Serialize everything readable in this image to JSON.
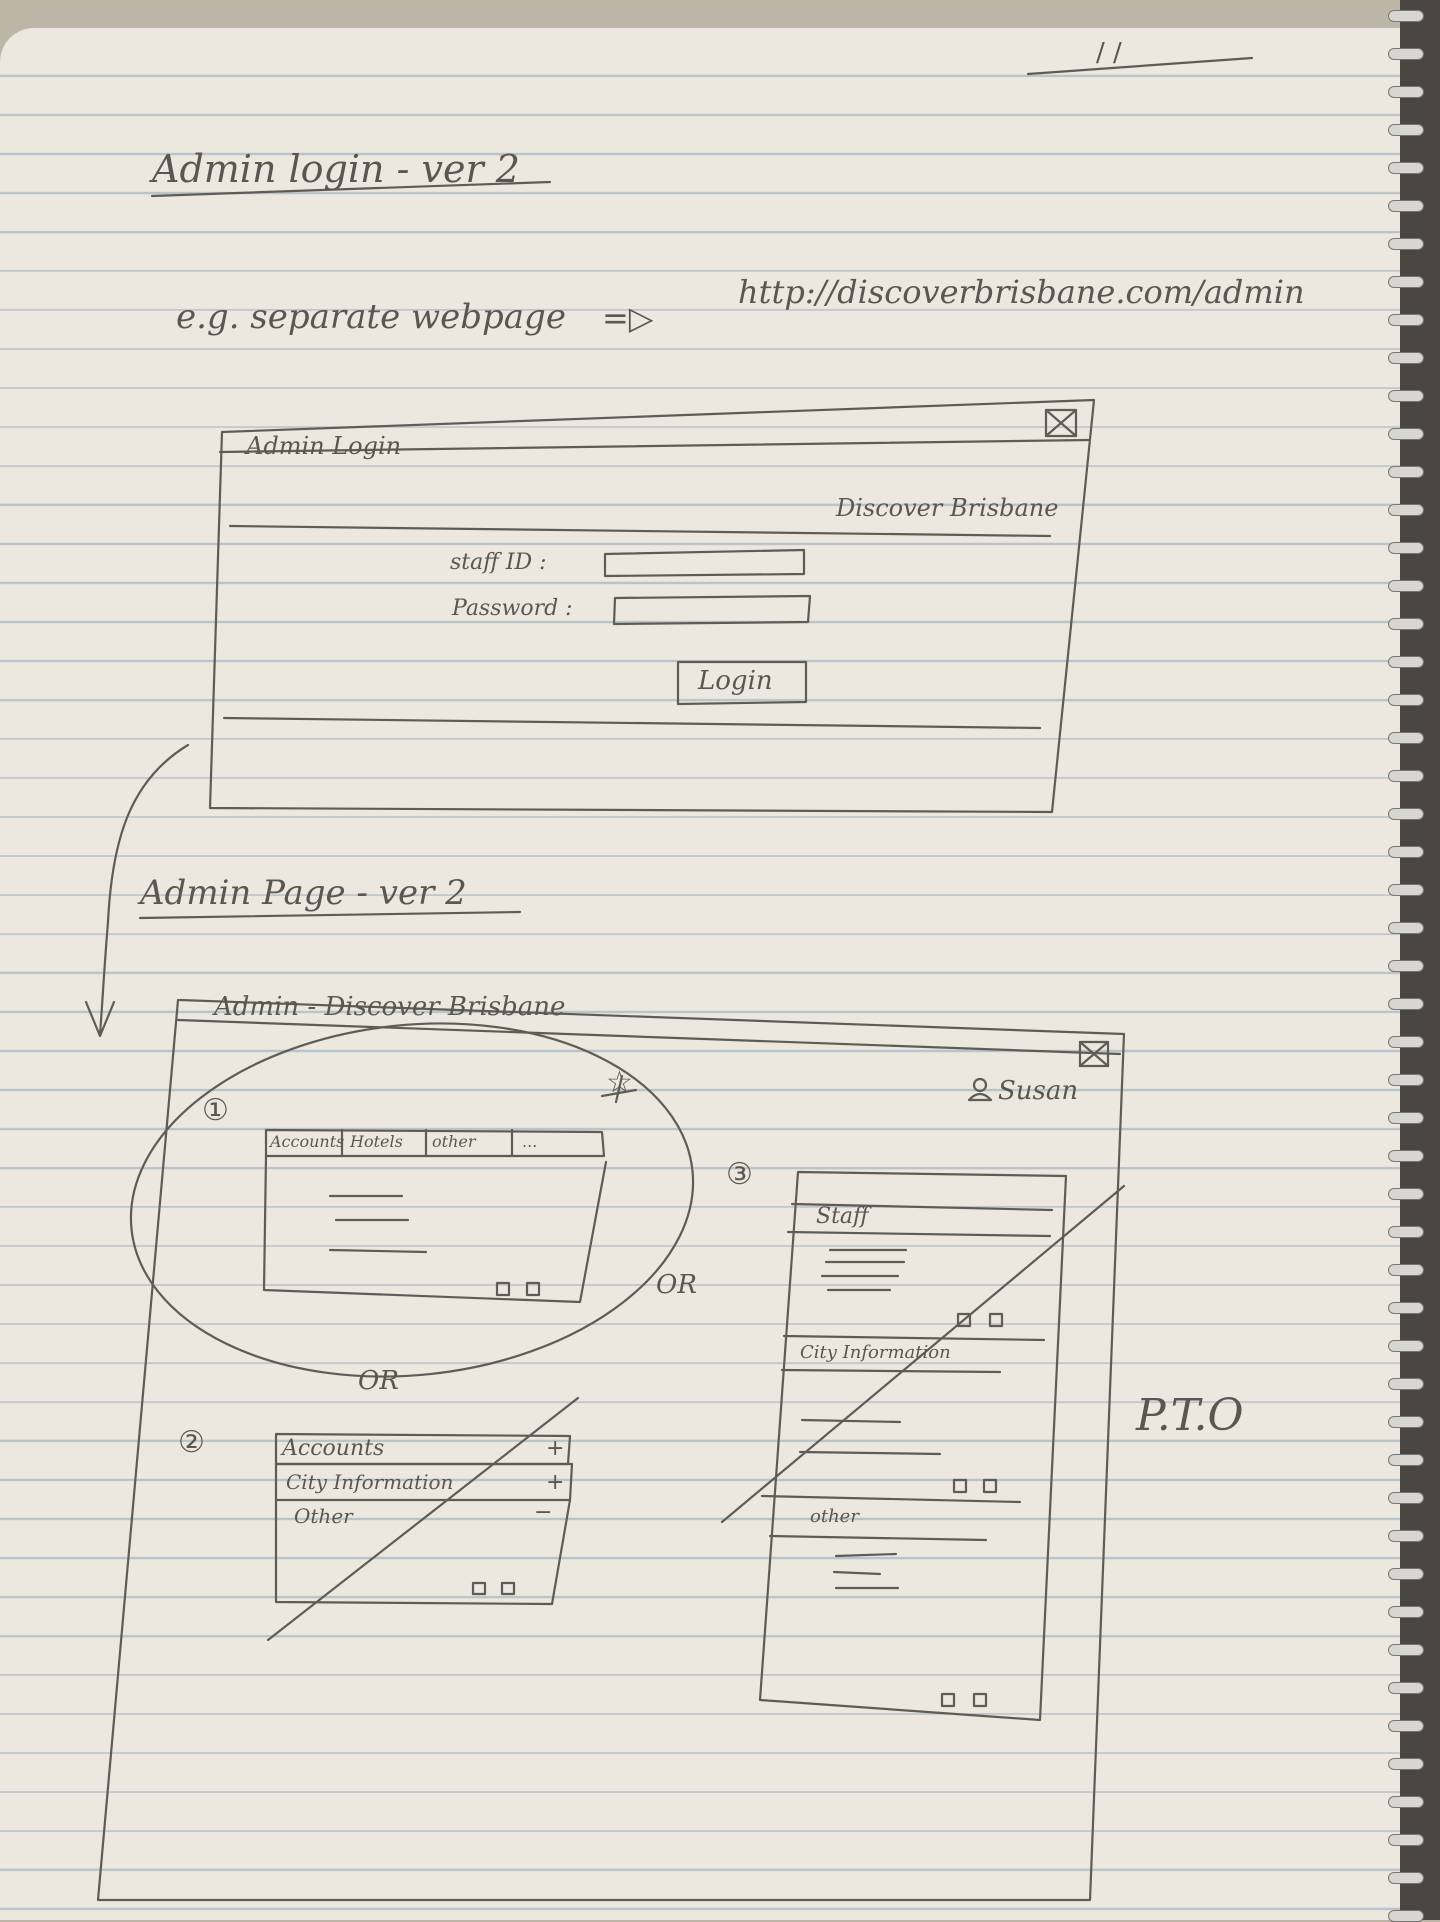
{
  "header": {
    "date_marks": "/  /"
  },
  "login_section": {
    "heading": "Admin login - ver 2",
    "note": "e.g. separate webpage",
    "arrow": "=▷",
    "url": "http://discoverbrisbane.com/admin"
  },
  "login_window": {
    "title": "Admin Login",
    "brand": "Discover Brisbane",
    "close_icon": "close-icon",
    "staff_id_label": "staff ID :",
    "password_label": "Password :",
    "login_button": "Login"
  },
  "admin_section": {
    "heading": "Admin Page - ver 2"
  },
  "admin_window": {
    "title": "Admin - Discover Brisbane",
    "user_name": "Susan",
    "user_icon": "user-icon",
    "close_icon": "close-icon"
  },
  "option1": {
    "number": "①",
    "tabs": [
      "Accounts",
      "Hotels",
      "other",
      "..."
    ],
    "star_mark": "☆"
  },
  "option2": {
    "number": "②",
    "rows": [
      {
        "label": "Accounts",
        "toggle": "+"
      },
      {
        "label": "City Information",
        "toggle": "+"
      },
      {
        "label": "Other",
        "toggle": "−"
      }
    ]
  },
  "option3": {
    "number": "③",
    "sections": [
      "Staff",
      "City Information",
      "other"
    ]
  },
  "connectors": {
    "or_1": "OR",
    "or_2": "OR"
  },
  "footer": {
    "pto": "P.T.O"
  },
  "colors": {
    "paper": "#ece8df",
    "rule": "#b9c3cc",
    "pencil": "#5a5752"
  }
}
